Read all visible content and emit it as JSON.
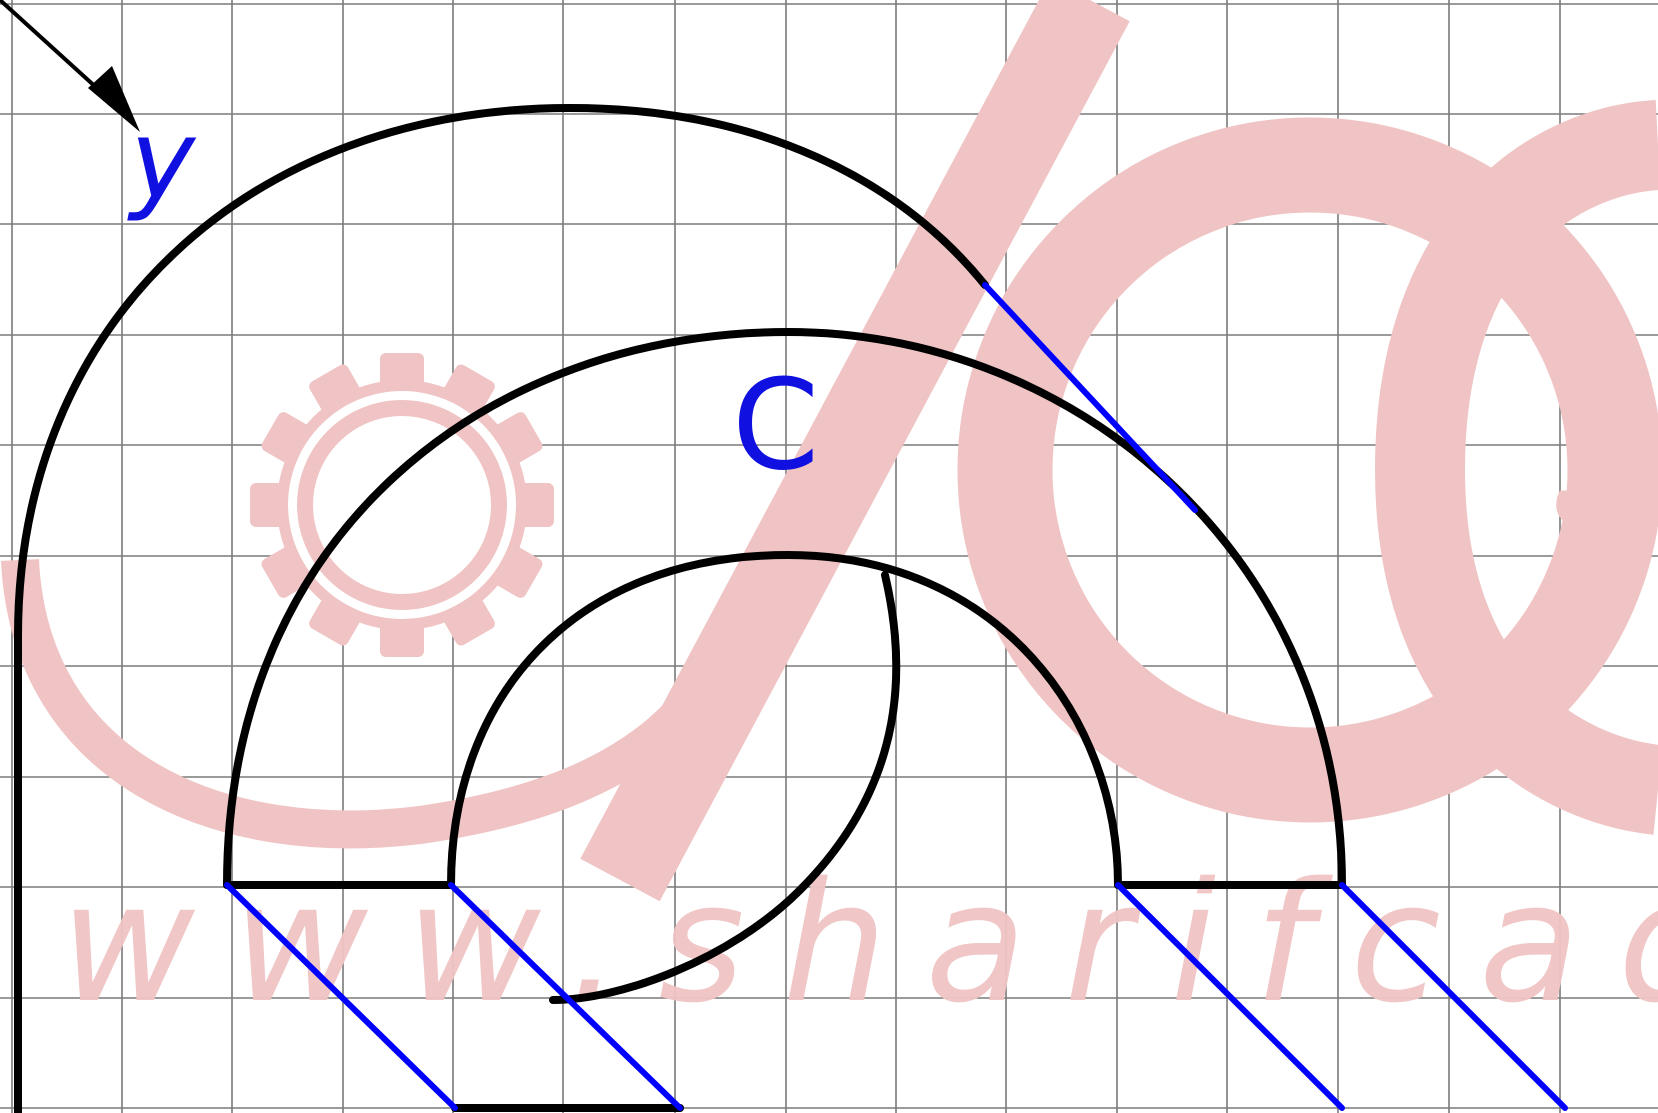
{
  "labels": {
    "axis": "y",
    "center": "C"
  },
  "watermark": {
    "url": "www.sharifcadca",
    "glyph": "ڡ"
  },
  "colors": {
    "grid": "#7a7a7a",
    "outline": "#000000",
    "projection": "#0000ff",
    "label": "#1010e0",
    "watermark": "#f0c4c4"
  },
  "icons": {
    "axis_arrow": "arrow-icon",
    "watermark_gear": "gear-icon"
  }
}
